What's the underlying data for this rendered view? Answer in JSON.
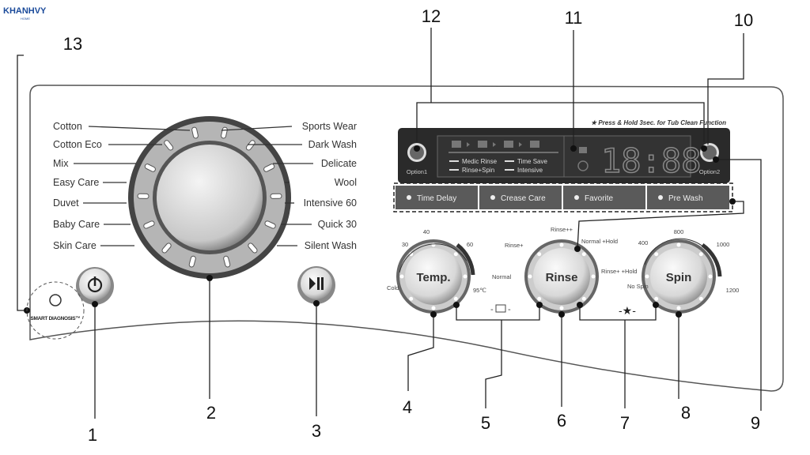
{
  "logo": {
    "brand": "KHANHVY",
    "sub": "HOME"
  },
  "callouts": [
    "1",
    "2",
    "3",
    "4",
    "5",
    "6",
    "7",
    "8",
    "9",
    "10",
    "11",
    "12",
    "13"
  ],
  "programs_left": [
    "Cotton",
    "Cotton Eco",
    "Mix",
    "Easy Care",
    "Duvet",
    "Baby Care",
    "Skin Care"
  ],
  "programs_right": [
    "Sports Wear",
    "Dark Wash",
    "Delicate",
    "Wool",
    "Intensive 60",
    "Quick 30",
    "Silent Wash"
  ],
  "smart_diagnosis": "SMART DIAGNOSIS™",
  "display": {
    "note": "★ Press & Hold 3sec. for Tub Clean Function",
    "option1": "Option1",
    "option2": "Option2",
    "time": "18:88",
    "options": [
      "Medic Rinse",
      "Time Save",
      "Rinse+Spin",
      "Intensive"
    ]
  },
  "buttons": [
    "Time Delay",
    "Crease Care",
    "Favorite",
    "Pre Wash"
  ],
  "temp": {
    "label": "Temp.",
    "scale": [
      "Cold",
      "30",
      "40",
      "60",
      "95℃"
    ]
  },
  "rinse": {
    "label": "Rinse",
    "scale": [
      "Normal",
      "Rinse+",
      "Rinse++",
      "Normal +Hold",
      "Rinse+ +Hold"
    ]
  },
  "spin": {
    "label": "Spin",
    "scale": [
      "No Spin",
      "400",
      "800",
      "1000",
      "1200"
    ]
  },
  "symbols": {
    "child_lock": "child-lock",
    "star": "-★-"
  },
  "colors": {
    "display_bg": "#2a2a2a",
    "button_bg": "#5a5a5a",
    "brand": "#1a4a9a"
  }
}
